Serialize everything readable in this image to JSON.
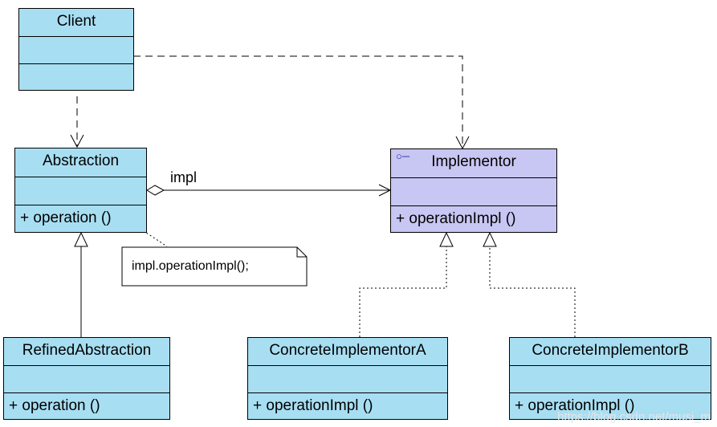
{
  "classes": {
    "client": {
      "name": "Client"
    },
    "abstraction": {
      "name": "Abstraction",
      "operation": "+  operation ()"
    },
    "implementor": {
      "stereotype": "○─",
      "name": "Implementor",
      "operation": "+  operationImpl ()"
    },
    "refined": {
      "name": "RefinedAbstraction",
      "operation": "+  operation ()"
    },
    "concreteA": {
      "name": "ConcreteImplementorA",
      "operation": "+  operationImpl ()"
    },
    "concreteB": {
      "name": "ConcreteImplementorB",
      "operation": "+  operationImpl ()"
    }
  },
  "association": {
    "label": "impl"
  },
  "note": {
    "text": "impl.operationImpl();"
  },
  "watermark": "https://blog.csdn.net/musi_m",
  "colors": {
    "class_fill": "#a8def2",
    "interface_fill": "#c8c6f2",
    "line": "#000000"
  }
}
